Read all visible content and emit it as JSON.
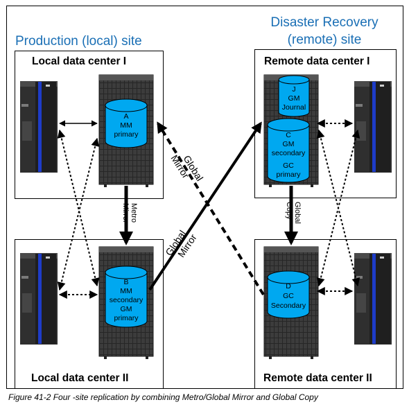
{
  "sites": {
    "production": "Production (local) site",
    "dr_line1": "Disaster Recovery",
    "dr_line2": "(remote) site"
  },
  "datacenters": {
    "local1": "Local data center I",
    "local2": "Local data center II",
    "remote1": "Remote data center I",
    "remote2": "Remote data center II"
  },
  "volumes": {
    "A": [
      "A",
      "MM",
      "primary"
    ],
    "B": [
      "B",
      "MM",
      "secondary",
      "GM",
      "primary"
    ],
    "J": [
      "J",
      "GM",
      "Journal"
    ],
    "C": [
      "C",
      "GM",
      "secondary",
      "GC",
      "primary"
    ],
    "D": [
      "D",
      "GC",
      "Secondary"
    ]
  },
  "links": {
    "metro_mirror": [
      "Metro",
      "Mirror"
    ],
    "global_copy": [
      "Global",
      "Copy"
    ],
    "global_mirror_solid": [
      "Global",
      "Mirror"
    ],
    "global_mirror_dashed": [
      "Global",
      "Mirror"
    ]
  },
  "caption": "Figure 41-2   Four -site replication by combining Metro/Global Mirror and Global Copy",
  "colors": {
    "site_title": "#1a6fb5",
    "cylinder": "#00a8f0",
    "rack": "#3a3a3a",
    "accent": "#1e3cc8"
  }
}
